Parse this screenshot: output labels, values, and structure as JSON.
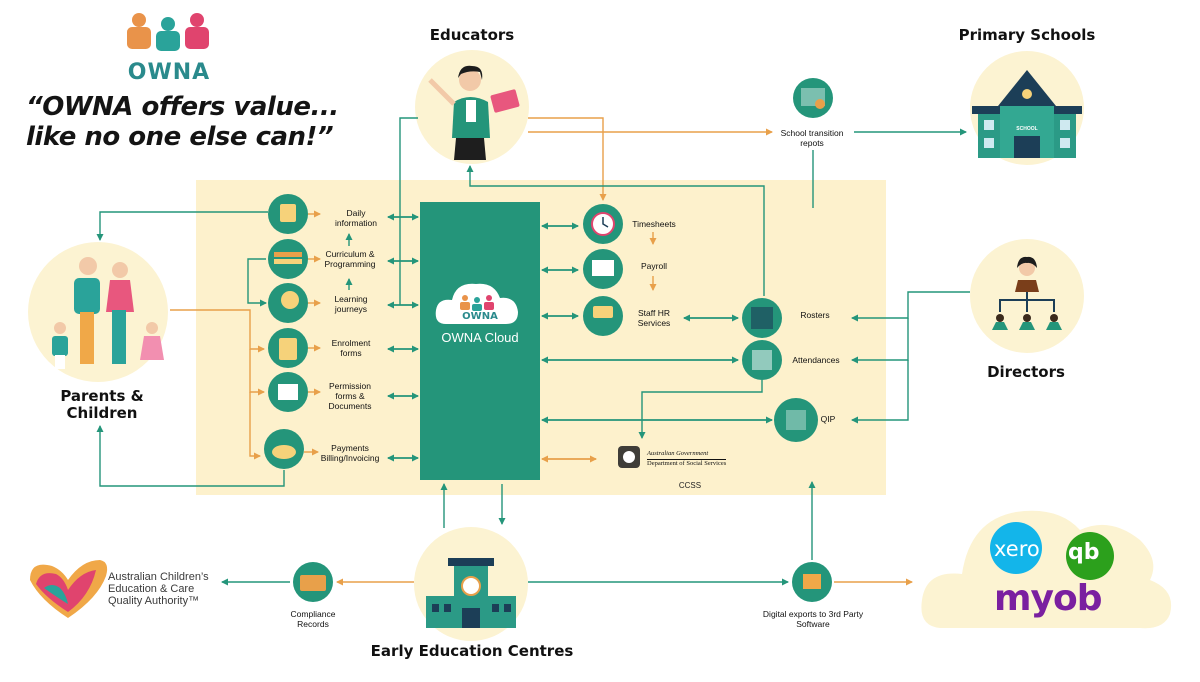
{
  "brand": {
    "logo_text": "OWNA",
    "tagline": "“OWNA offers value...\nlike no one else can!”"
  },
  "stakeholders": {
    "educators": "Educators",
    "primary_schools": "Primary Schools",
    "parents_children": "Parents &\nChildren",
    "directors": "Directors",
    "early_education_centres": "Early Education Centres"
  },
  "parent_features": [
    {
      "label": "Daily\ninformation",
      "icon": "baby-items-icon"
    },
    {
      "label": "Curriculum &\nProgramming",
      "icon": "books-icon"
    },
    {
      "label": "Learning\njourneys",
      "icon": "brain-head-icon"
    },
    {
      "label": "Enrolment\nforms",
      "icon": "clipboard-icon"
    },
    {
      "label": "Permission\nforms &\nDocuments",
      "icon": "pen-document-icon"
    },
    {
      "label": "Payments\nBilling/Invoicing",
      "icon": "money-icon"
    }
  ],
  "cloud": {
    "logo_text": "OWNA",
    "caption": "OWNA Cloud"
  },
  "staff_features": [
    {
      "label": "Timesheets",
      "icon": "clock-icon"
    },
    {
      "label": "Payroll",
      "icon": "calculator-icon"
    },
    {
      "label": "Staff HR\nServices",
      "icon": "staff-meeting-icon"
    }
  ],
  "director_features": [
    {
      "label": "Rosters",
      "icon": "roster-icon"
    },
    {
      "label": "Attendances",
      "icon": "checklist-icon"
    },
    {
      "label": "QIP",
      "icon": "document-icon"
    }
  ],
  "school_transition": "School transition\nrepots",
  "school_sign": "SCHOOL",
  "government": {
    "line1": "Australian Government",
    "line2": "Department of Social Services",
    "ccss": "CCSS"
  },
  "compliance": "Compliance\nRecords",
  "acecqa": "Australian Children’s\nEducation & Care\nQuality Authority™",
  "digital_exports": "Digital exports to 3rd Party\nSoftware",
  "third_party": {
    "xero": "xero",
    "quickbooks": "qb",
    "myob": "myob"
  },
  "colors": {
    "teal": "#24957a",
    "orange_arrow": "#e8a04a",
    "panel": "#fdf1cc",
    "circle_bg": "#fcf3d2",
    "myob_purple": "#7a1fa0",
    "xero_blue": "#13b5ea",
    "qb_green": "#2ca01c"
  }
}
